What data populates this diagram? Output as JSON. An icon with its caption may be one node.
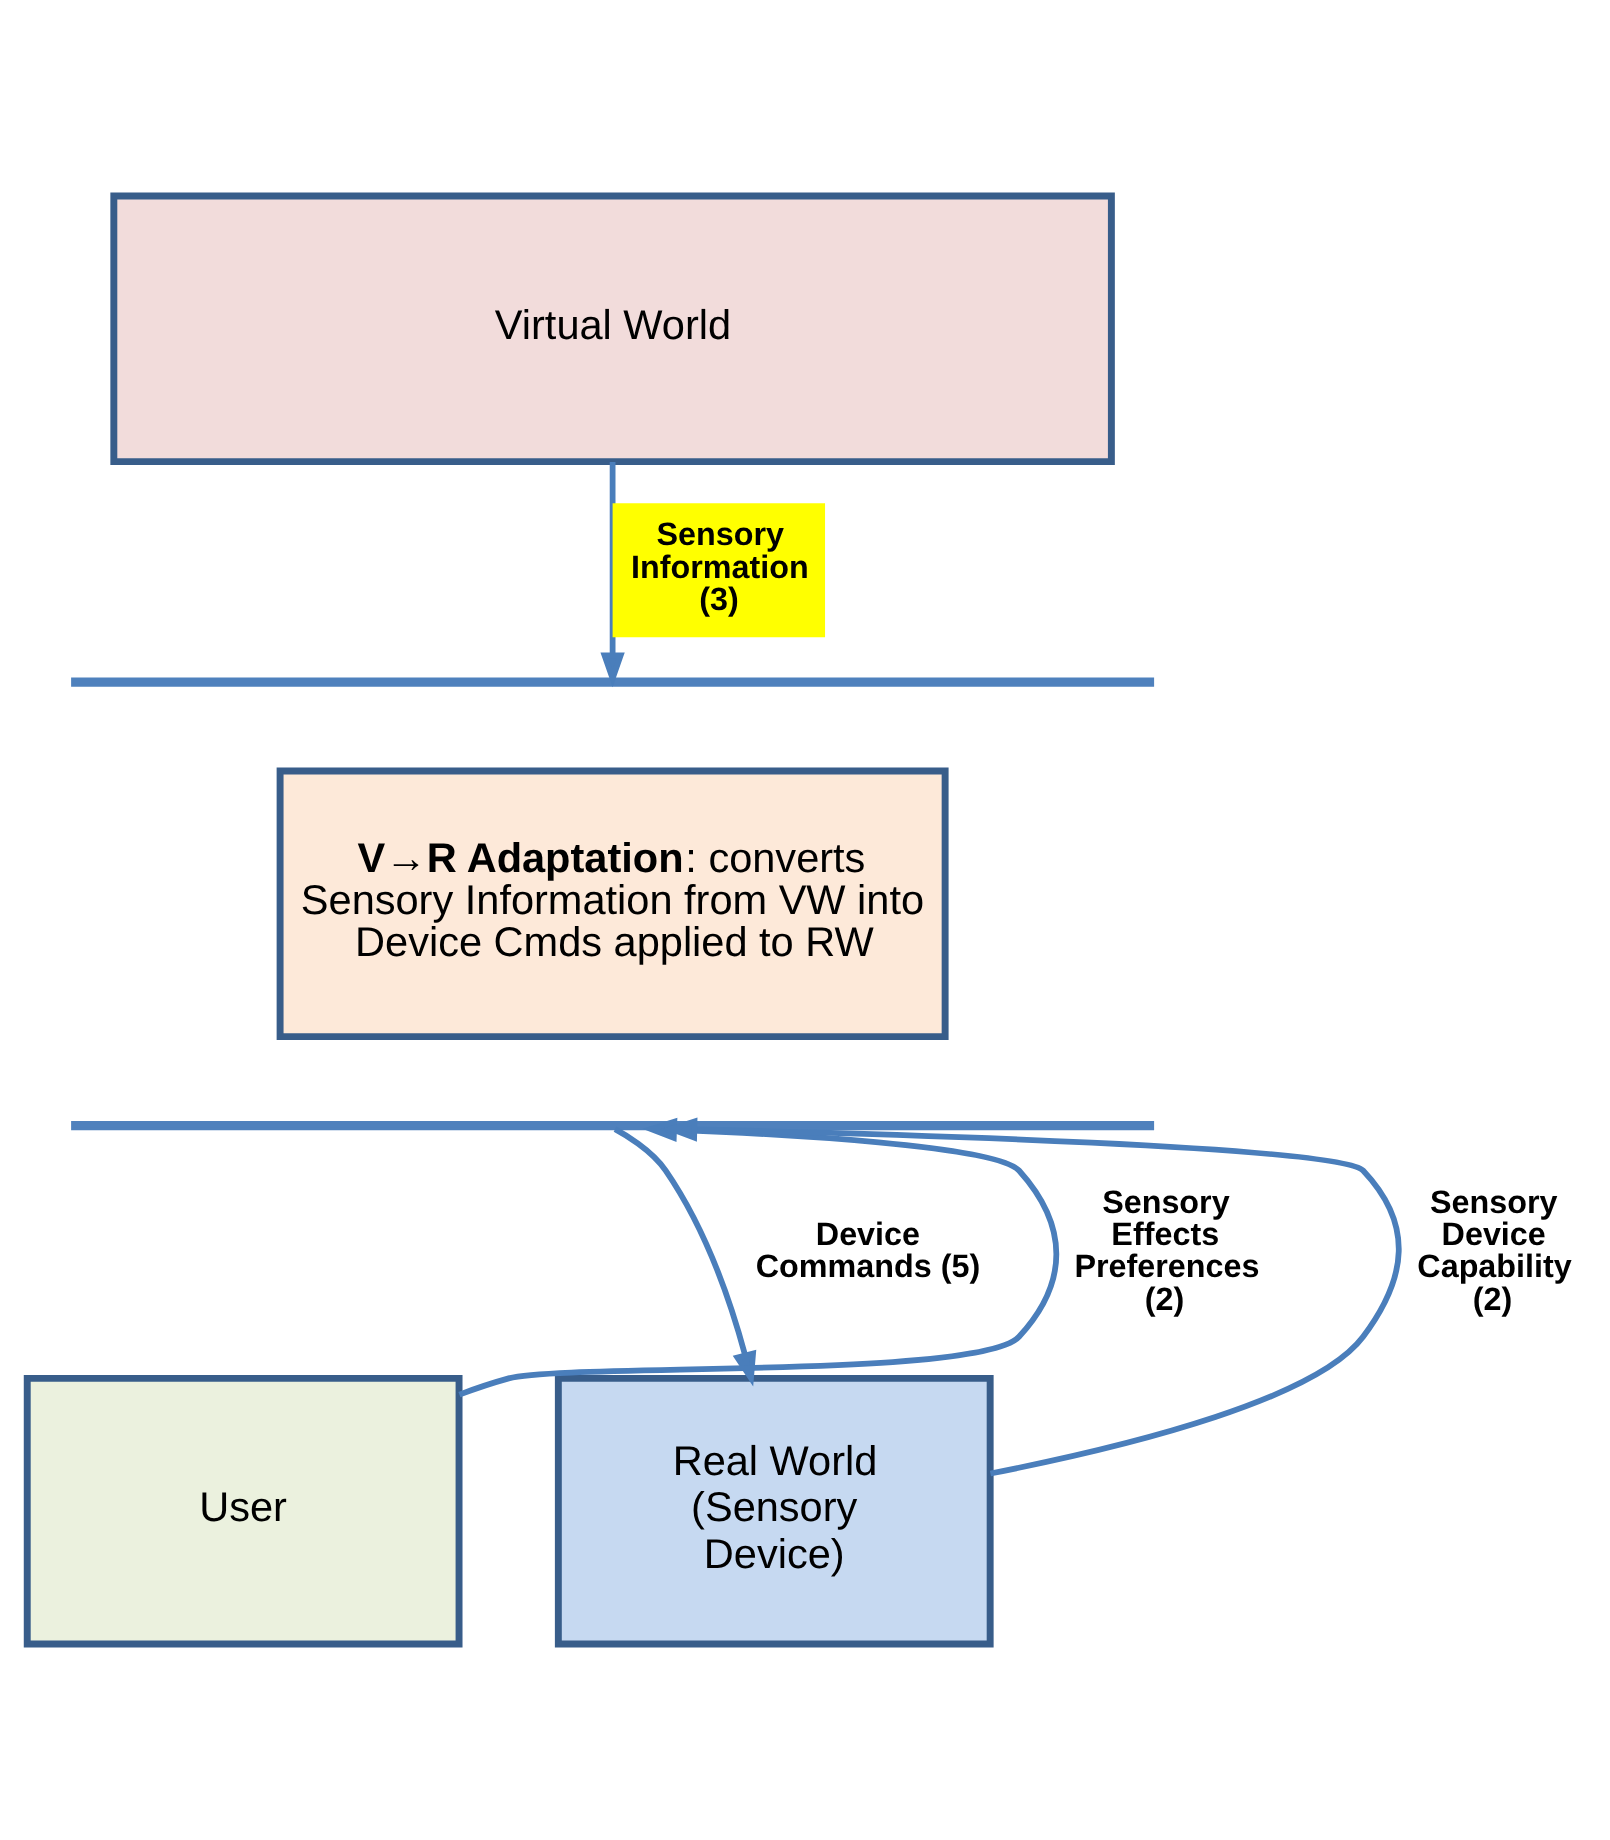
{
  "diagram": {
    "nodes": [
      {
        "text": [
          "Virtual World"
        ]
      },
      {
        "text": [],
        "shape": "bar"
      },
      {
        "text": [
          "**V→R Adaptation**: converts Sensory Information from VW into Device Cmds applied to RW"
        ]
      },
      {
        "text": [],
        "shape": "bar"
      },
      {
        "text": [
          "User"
        ]
      },
      {
        "text": [
          "Real World (Sensory Device)"
        ]
      }
    ],
    "edges": [
      {
        "from": 0,
        "to": 1,
        "arrow": "to",
        "label": "Sensory Information (3)"
      },
      {
        "from": 4,
        "to": 3,
        "arrow": "to",
        "label": "Sensory Effects Preferences (2)"
      },
      {
        "from": 3,
        "to": 5,
        "arrow": "to",
        "label": "Device Commands (5)"
      },
      {
        "from": 5,
        "to": 3,
        "arrow": "to",
        "label": "Sensory Device Capability (2)"
      }
    ]
  }
}
